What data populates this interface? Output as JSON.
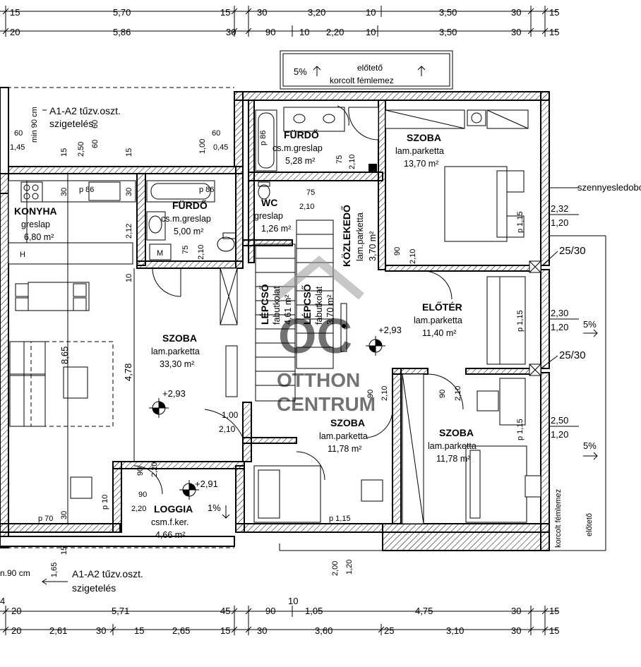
{
  "dims_top_1": [
    "15",
    "5,70",
    "15",
    "30",
    "3,20",
    "10",
    "3,50",
    "30",
    "15"
  ],
  "dims_top_2": [
    "20",
    "5,86",
    "30",
    "90",
    "10",
    "2,20",
    "10",
    "3,50",
    "30",
    "15"
  ],
  "dims_bottom_1": [
    "4",
    "20",
    "5,71",
    "45",
    "90",
    "10",
    "1,05",
    "4,75",
    "30",
    "15"
  ],
  "dims_bottom_2": [
    "20",
    "2,61",
    "30",
    "15",
    "2,65",
    "15",
    "30",
    "3,60",
    "25",
    "3,10",
    "30",
    "15"
  ],
  "fire_note_top": {
    "line1": "A1-A2 tűzv.oszt.",
    "line2": "szigetelés",
    "min": "min 90 cm"
  },
  "fire_note_bottom": {
    "line1": "A1-A2 tűzv.oszt.",
    "line2": "szigetelés",
    "min": "n.90 cm"
  },
  "canopy_top": {
    "slope": "5%",
    "line1": "előtető",
    "line2": "korcolt fémlemez"
  },
  "canopy_right": {
    "slope1": "5%",
    "slope2": "5%",
    "line1": "korcolt fémlemez",
    "line2": "előtető"
  },
  "rooms": {
    "konyha": {
      "name": "KONYHA",
      "floor": "greslap",
      "area": "6,80 m²"
    },
    "furdo_left": {
      "name": "FÜRDŐ",
      "floor": "cs.m.greslap",
      "area": "5,00 m²"
    },
    "furdo_top": {
      "name": "FÜRDŐ",
      "floor": "cs.m.greslap",
      "area": "5,28 m²"
    },
    "wc": {
      "name": "WC",
      "floor": "greslap",
      "area": "1,26 m²"
    },
    "kozlekedo": {
      "name": "KÖZLEKEDŐ",
      "floor": "lam.parketta",
      "area": "3,70 m²"
    },
    "szoba_ne": {
      "name": "SZOBA",
      "floor": "lam.parketta",
      "area": "13,70 m²"
    },
    "szoba_big": {
      "name": "SZOBA",
      "floor": "lam.parketta",
      "area": "33,30 m²"
    },
    "lepcso1": {
      "name": "LÉPCSŐ",
      "floor": "fabutkolat",
      "area": "4,61 m²"
    },
    "lepcso2": {
      "name": "LÉPCSŐ",
      "floor": "fabutkolat",
      "area": "3,70 m²"
    },
    "eloter": {
      "name": "ELŐTÉR",
      "floor": "lam.parketta",
      "area": "11,40 m²"
    },
    "szoba_mid": {
      "name": "SZOBA",
      "floor": "lam.parketta",
      "area": "11,78 m²"
    },
    "szoba_se": {
      "name": "SZOBA",
      "floor": "lam.parketta",
      "area": "11,78 m²"
    },
    "loggia": {
      "name": "LOGGIA",
      "floor": "csm.f.ker.",
      "area": "4,66 m²"
    }
  },
  "levels": {
    "mid": "+2,93",
    "big": "+2,93",
    "loggia": "+2,91"
  },
  "loggia_slope": "1%",
  "right_side": {
    "waste": "szennyesledobó",
    "col1": "25/30",
    "col2": "25/30"
  },
  "window_labels": {
    "r1a": "2,32",
    "r1b": "1,20",
    "r2a": "2,30",
    "r2b": "1,20",
    "r3a": "2,50",
    "r3b": "1,20"
  },
  "inner_labels": [
    "60",
    "1,45",
    "2,50",
    "60",
    "15",
    "15",
    "30",
    "60",
    "1,00",
    "0,45",
    "60",
    "p 86",
    "p 86",
    "p 86",
    "30",
    "2,12",
    "75",
    "2,10",
    "10",
    "75",
    "2,10",
    "75",
    "2,10",
    "90",
    "2,10",
    "p 1,15",
    "p 1,15",
    "p 1,15",
    "90",
    "2,10",
    "90",
    "2,10",
    "1,00",
    "2,10",
    "8,65",
    "4,78",
    "90",
    "2,20",
    "90",
    "2,20",
    "p 70",
    "30",
    "p 10",
    "15",
    "1,65",
    "2,00",
    "1,20",
    "p 1,15",
    "H",
    "M"
  ],
  "watermark": {
    "monogram": "OC",
    "line1": "OTTHON",
    "line2": "CENTRUM"
  }
}
